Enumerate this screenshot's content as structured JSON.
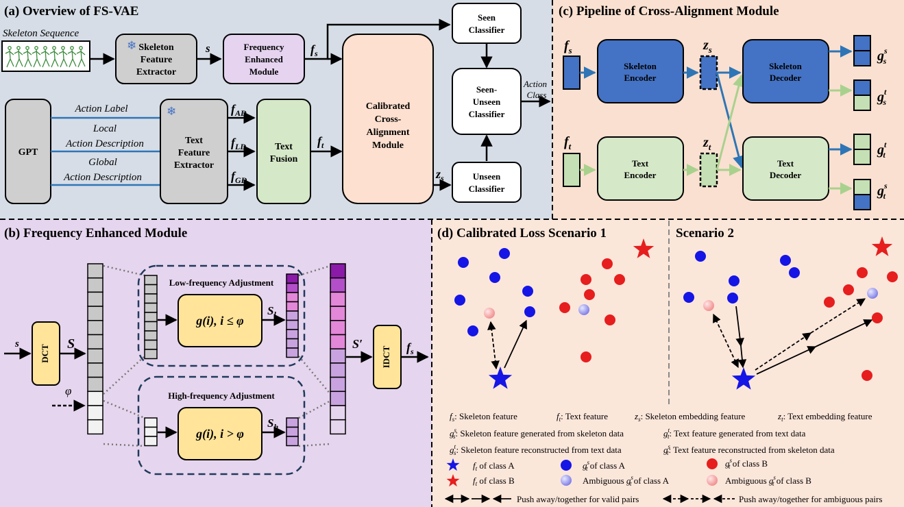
{
  "panel_a": {
    "title": "(a) Overview of FS-VAE",
    "skeleton_sequence": "Skeleton Sequence",
    "skeleton_feature_extractor": [
      "Skeleton",
      "Feature",
      "Extractor"
    ],
    "frequency_enhanced_module": [
      "Frequency",
      "Enhanced",
      "Module"
    ],
    "gpt": "GPT",
    "action_label": "Action Label",
    "local_desc": [
      "Local",
      "Action Description"
    ],
    "global_desc": [
      "Global",
      "Action Description"
    ],
    "text_feature_extractor": [
      "Text",
      "Feature",
      "Extractor"
    ],
    "text_fusion": [
      "Text",
      "Fusion"
    ],
    "cam": [
      "Calibrated",
      "Cross-",
      "Alignment",
      "Module"
    ],
    "seen_classifier": [
      "Seen",
      "Classifier"
    ],
    "seen_unseen_classifier": [
      "Seen-",
      "Unseen",
      "Classifier"
    ],
    "unseen_classifier": [
      "Unseen",
      "Classifier"
    ],
    "action_class": [
      "Action",
      "Class"
    ],
    "s": "s",
    "f": "f",
    "sub_s": "s",
    "sub_t": "t",
    "sub_ad": "AD",
    "sub_ld": "LD",
    "sub_gd": "GD",
    "z": "z",
    "snow": "❄"
  },
  "panel_b": {
    "title": "(b) Frequency Enhanced Module",
    "low": "Low-frequency Adjustment",
    "high": "High-frequency Adjustment",
    "g_low": "g(i), i ≤ φ",
    "g_high": "g(i), i > φ",
    "dct": "DCT",
    "idct": "IDCT",
    "s_in": "s",
    "S": "S",
    "S_prime": "S′",
    "S_l": "S",
    "sub_l": "l",
    "S_h": "S",
    "sub_h": "h",
    "phi": "φ",
    "f_out": "f",
    "sub_s": "s"
  },
  "panel_c": {
    "title": "(c) Pipeline of Cross-Alignment Module",
    "skeleton_encoder": [
      "Skeleton",
      "Encoder"
    ],
    "skeleton_decoder": [
      "Skeleton",
      "Decoder"
    ],
    "text_encoder": [
      "Text",
      "Encoder"
    ],
    "text_decoder": [
      "Text",
      "Decoder"
    ],
    "f": "f",
    "z": "z",
    "g": "g",
    "sub_s": "s",
    "sub_t": "t",
    "sup_s": "s",
    "sup_t": "t"
  },
  "panel_d": {
    "title1": "(d) Calibrated Loss Scenario 1",
    "title2": "Scenario 2",
    "legend": {
      "fs": "Skeleton feature",
      "ft": "Text feature",
      "zs": "Skeleton embedding feature",
      "zt": "Text embedding feature",
      "gss": "Skeleton feature generated  from skeleton data",
      "gtt": "Text feature generated from text data",
      "gst": "Skeleton feature reconstructed from text data",
      "gts": "Text feature reconstructed from skeleton data",
      "ft_a": "of class A",
      "gts_a": "of class A",
      "gts_b": "of class B",
      "ft_b": "of class B",
      "amb_a_pre": "Ambiguous",
      "amb_a_post": "of class A",
      "amb_b_pre": "Ambiguous",
      "amb_b_post": "of class B",
      "valid": "Push away/together for valid pairs",
      "ambig": "Push away/together for ambiguous pairs"
    }
  },
  "colors": {
    "panel_a_bg": "#d6dde6",
    "panel_b_bg": "#e6d5ee",
    "panel_c_bg": "#fae0d0",
    "panel_d_bg": "#fbe6da",
    "gray_box": "#cfcfcf",
    "lavender_box": "#e5d3f0",
    "green_box": "#d5e8c8",
    "peach_box": "#fde0cf",
    "yellow_box": "#ffe49a",
    "blue_box": "#4472c4",
    "blue_arrow": "#2e75b6",
    "green_arrow": "#a9d18e",
    "class_a": "#1515e6",
    "class_b": "#e61e1e"
  }
}
